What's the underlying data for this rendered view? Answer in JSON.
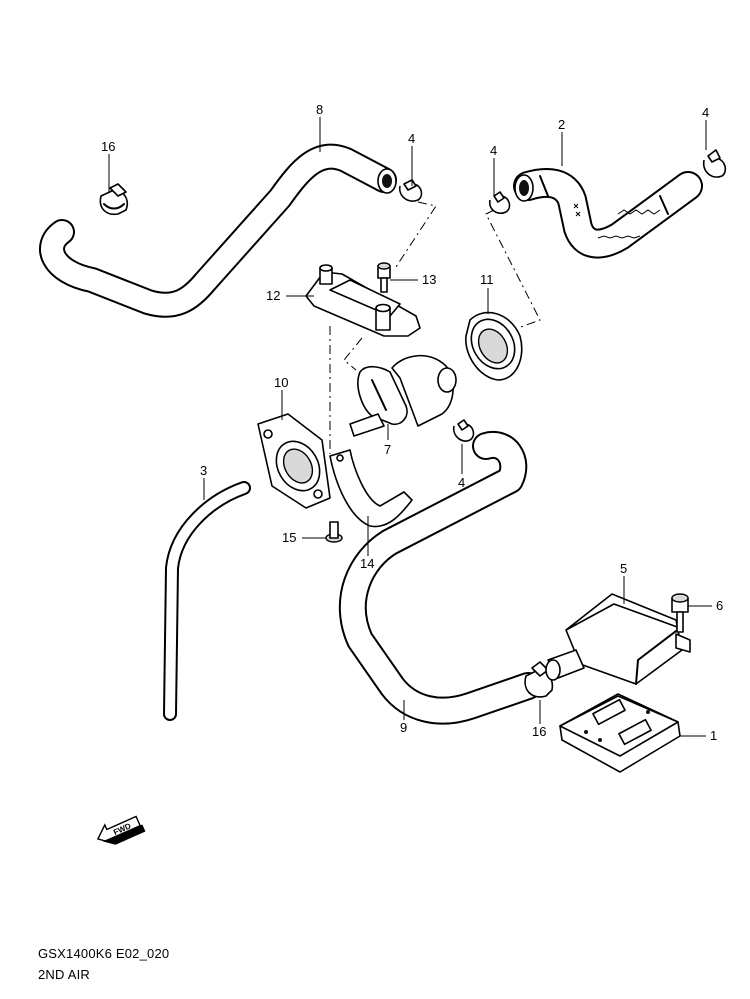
{
  "callouts": {
    "c1": "1",
    "c2": "2",
    "c3": "3",
    "c4a": "4",
    "c4b": "4",
    "c4c": "4",
    "c4d": "4",
    "c5": "5",
    "c6": "6",
    "c7": "7",
    "c8": "8",
    "c9": "9",
    "c10": "10",
    "c11": "11",
    "c12": "12",
    "c13": "13",
    "c14": "14",
    "c15": "15",
    "c16a": "16",
    "c16b": "16"
  },
  "fwd_label": "FWD",
  "caption": {
    "code": "GSX1400K6 E02_020",
    "title": "2ND AIR"
  }
}
